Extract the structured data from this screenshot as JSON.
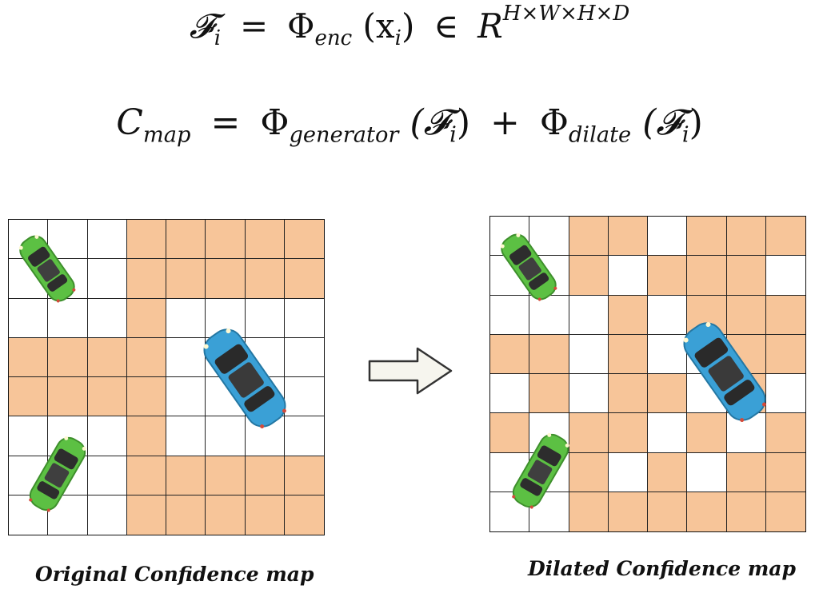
{
  "equations": {
    "eq1": {
      "lhs": "𝓕",
      "lhs_sub": "i",
      "rel1": "=",
      "func": "Φ",
      "func_sub": "enc",
      "arg": "(x",
      "arg_sub": "i",
      "arg_close": ")",
      "rel2": "∈",
      "space": "R",
      "space_sup": "H×W×H×D"
    },
    "eq2": {
      "lhs": "C",
      "lhs_sub": "map",
      "rel": "=",
      "f1": "Φ",
      "f1_sub": "generator",
      "f1_arg_open": "(𝓕",
      "f1_arg_sub": "i",
      "f1_arg_close": ")",
      "plus": "+",
      "f2": "Φ",
      "f2_sub": "dilate",
      "f2_arg_open": "(𝓕",
      "f2_arg_sub": "i",
      "f2_arg_close": ")"
    }
  },
  "colors": {
    "filled_cell": "#f7c599",
    "car_green": "#5cc043",
    "car_blue": "#3aa0d6"
  },
  "original_map": {
    "caption": "Original Confidence map",
    "filled": [
      [
        0,
        0,
        0,
        1,
        1,
        1,
        1,
        1
      ],
      [
        0,
        0,
        0,
        1,
        1,
        1,
        1,
        1
      ],
      [
        0,
        0,
        0,
        1,
        0,
        0,
        0,
        0
      ],
      [
        1,
        1,
        1,
        1,
        0,
        0,
        0,
        0
      ],
      [
        1,
        1,
        1,
        1,
        0,
        0,
        0,
        0
      ],
      [
        0,
        0,
        0,
        1,
        0,
        0,
        0,
        0
      ],
      [
        0,
        0,
        0,
        1,
        1,
        1,
        1,
        1
      ],
      [
        0,
        0,
        0,
        1,
        1,
        1,
        1,
        1
      ]
    ]
  },
  "dilated_map": {
    "caption": "Dilated Confidence map",
    "filled": [
      [
        0,
        0,
        1,
        1,
        0,
        1,
        1,
        1
      ],
      [
        0,
        0,
        1,
        0,
        1,
        1,
        1,
        0
      ],
      [
        0,
        0,
        0,
        1,
        0,
        1,
        1,
        1
      ],
      [
        1,
        1,
        0,
        1,
        0,
        0,
        1,
        1
      ],
      [
        0,
        1,
        0,
        1,
        1,
        0,
        1,
        0
      ],
      [
        1,
        0,
        1,
        1,
        0,
        1,
        0,
        1
      ],
      [
        0,
        0,
        1,
        0,
        1,
        0,
        1,
        1
      ],
      [
        0,
        0,
        1,
        1,
        1,
        1,
        1,
        1
      ]
    ]
  },
  "arrow_icon": "right-arrow-icon",
  "car_icons": [
    "green-car-icon",
    "blue-car-icon"
  ]
}
